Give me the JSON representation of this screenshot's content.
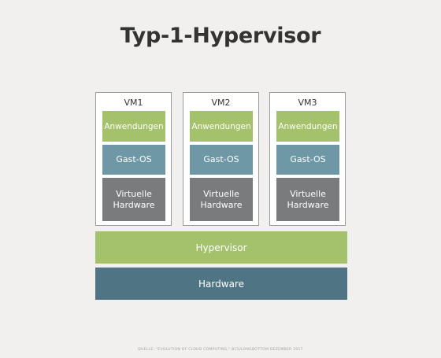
{
  "title": "Typ-1-Hypervisor",
  "vms": [
    {
      "label": "VM1",
      "apps": "Anwendungen",
      "guest_os": "Gast-OS",
      "vhw_line1": "Virtuelle",
      "vhw_line2": "Hardware"
    },
    {
      "label": "VM2",
      "apps": "Anwendungen",
      "guest_os": "Gast-OS",
      "vhw_line1": "Virtuelle",
      "vhw_line2": "Hardware"
    },
    {
      "label": "VM3",
      "apps": "Anwendungen",
      "guest_os": "Gast-OS",
      "vhw_line1": "Virtuelle",
      "vhw_line2": "Hardware"
    }
  ],
  "hypervisor": "Hypervisor",
  "hardware": "Hardware",
  "source": "QUELLE: \"EVOLUTION OF CLOUD COMPUTING,\" BCS/LONGBOTTOM DEZEMBER 2017",
  "colors": {
    "background": "#f1f0ef",
    "green": "#a3c26b",
    "blue_gray": "#6e98a6",
    "gray": "#7a7b7c",
    "dark_blue": "#4f7585"
  }
}
